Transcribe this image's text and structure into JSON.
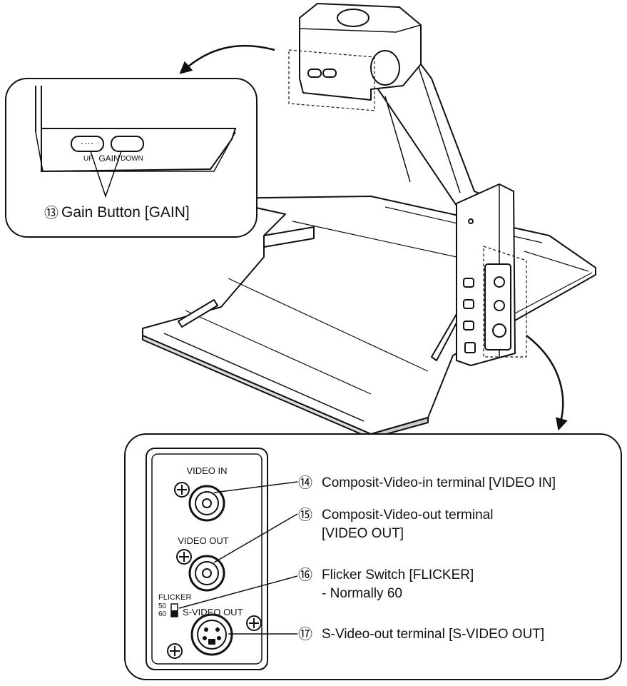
{
  "gain_callout": {
    "up_label": "UP",
    "gain_label": "GAIN",
    "down_label": "DOWN",
    "caption_number": "⑬",
    "caption_text": "Gain Button [GAIN]"
  },
  "terminal_panel": {
    "video_in_label": "VIDEO IN",
    "video_out_label": "VIDEO OUT",
    "flicker_label": "FLICKER",
    "flicker_50": "50",
    "flicker_60": "60",
    "svideo_label": "S-VIDEO OUT"
  },
  "callouts": [
    {
      "number": "⑭",
      "text": "Composit-Video-in terminal [VIDEO IN]",
      "text2": ""
    },
    {
      "number": "⑮",
      "text": "Composit-Video-out terminal",
      "text2": "[VIDEO OUT]"
    },
    {
      "number": "⑯",
      "text": "Flicker Switch [FLICKER]",
      "text2": "- Normally 60"
    },
    {
      "number": "⑰",
      "text": "S-Video-out terminal [S-VIDEO OUT]",
      "text2": ""
    }
  ]
}
